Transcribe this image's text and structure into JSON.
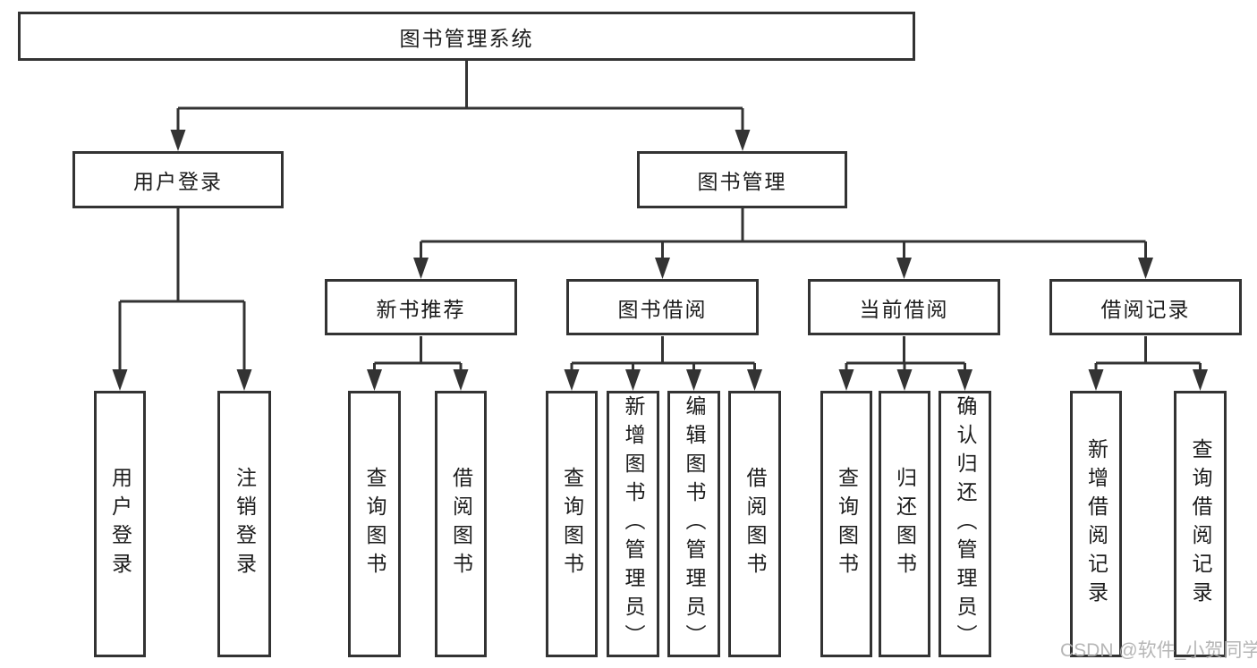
{
  "tree": {
    "label": "图书管理系统",
    "children": [
      {
        "label": "用户登录",
        "children": [
          {
            "label": "用户登录"
          },
          {
            "label": "注销登录"
          }
        ]
      },
      {
        "label": "图书管理",
        "children": [
          {
            "label": "新书推荐",
            "children": [
              {
                "label": "查询图书"
              },
              {
                "label": "借阅图书"
              }
            ]
          },
          {
            "label": "图书借阅",
            "children": [
              {
                "label": "查询图书"
              },
              {
                "label": "新增图书（管理员）"
              },
              {
                "label": "编辑图书（管理员）"
              },
              {
                "label": "借阅图书"
              }
            ]
          },
          {
            "label": "当前借阅",
            "children": [
              {
                "label": "查询图书"
              },
              {
                "label": "归还图书"
              },
              {
                "label": "确认归还（管理员）"
              }
            ]
          },
          {
            "label": "借阅记录",
            "children": [
              {
                "label": "新增借阅记录"
              },
              {
                "label": "查询借阅记录"
              }
            ]
          }
        ]
      }
    ]
  },
  "watermark": {
    "text": "CSDN @软件_小贺同学"
  },
  "colors": {
    "line": "#333333",
    "box_border": "#333333",
    "text": "#1c1c1c",
    "watermark": "#b0b0b0",
    "background": "#ffffff"
  }
}
